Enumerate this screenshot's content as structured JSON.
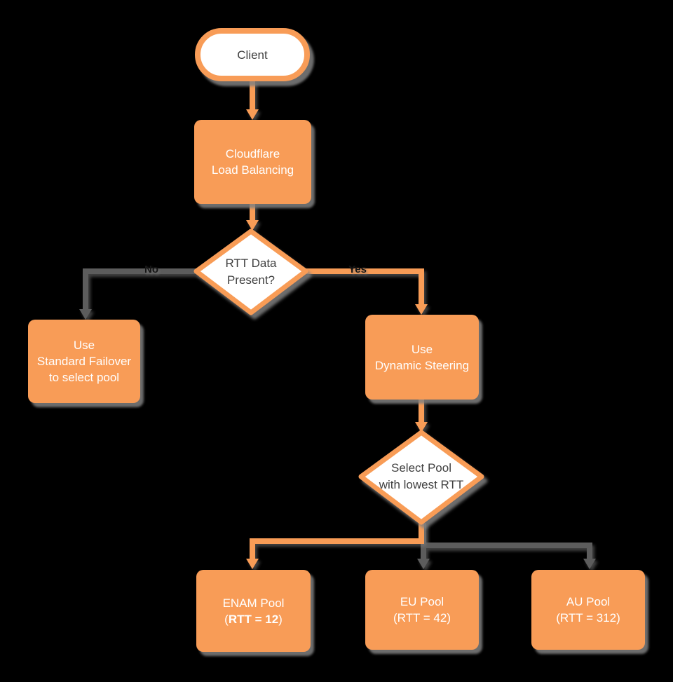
{
  "diagram": {
    "title": "Cloudflare Load Balancing flowchart",
    "colors": {
      "background": "#000000",
      "orange": "#F89C57",
      "gray": "#5C5C5C",
      "white": "#FFFFFF",
      "dark_text": "#3F3F3F"
    },
    "nodes": {
      "client": {
        "label": "Client"
      },
      "load_balancing": {
        "line1": "Cloudflare",
        "line2": "Load Balancing"
      },
      "rtt_decision": {
        "line1": "RTT Data",
        "line2": "Present?"
      },
      "standard_failover": {
        "line1": "Use",
        "line2": "Standard Failover",
        "line3": "to select pool"
      },
      "dynamic_steering": {
        "line1": "Use",
        "line2": "Dynamic Steering"
      },
      "select_pool": {
        "line1": "Select Pool",
        "line2": "with lowest RTT"
      },
      "enam_pool": {
        "line1": "ENAM Pool",
        "rtt_prefix": "(",
        "rtt_bold": "RTT = 12",
        "rtt_suffix": ")"
      },
      "eu_pool": {
        "line1": "EU Pool",
        "line2": "(RTT = 42)"
      },
      "au_pool": {
        "line1": "AU Pool",
        "line2": "(RTT = 312)"
      }
    },
    "edge_labels": {
      "no": "No",
      "yes": "Yes"
    }
  }
}
